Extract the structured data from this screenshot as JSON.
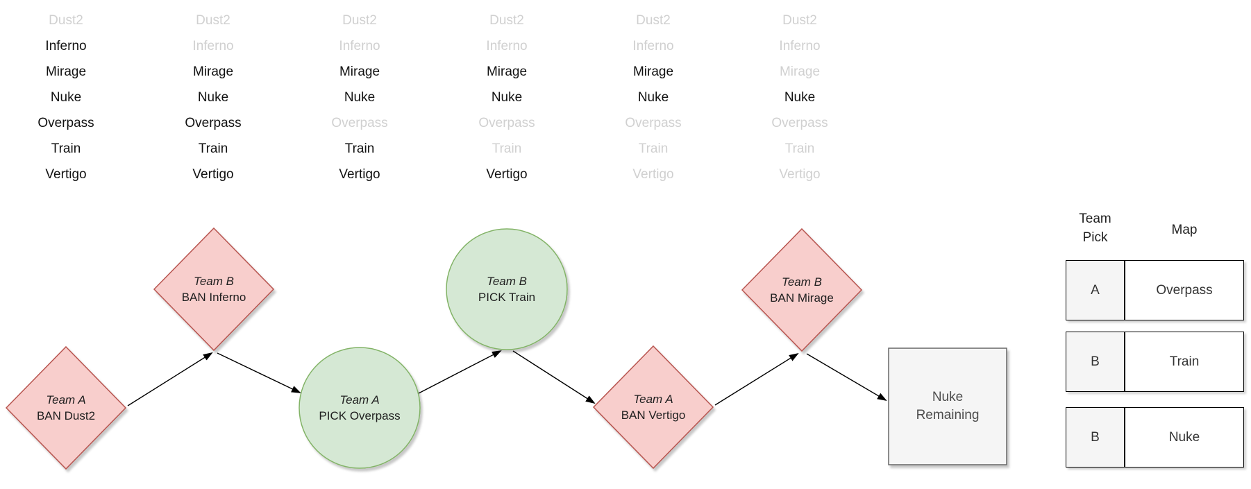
{
  "colors": {
    "ban_fill": "#f8cecc",
    "ban_stroke": "#b85450",
    "pick_fill": "#d5e8d4",
    "pick_stroke": "#82b366",
    "result_fill": "#f5f5f5",
    "result_stroke": "#666666",
    "arrow": "#000000",
    "map_active": "#111111",
    "map_eliminated": "#d0d0d0"
  },
  "map_pool": {
    "maps": [
      "Dust2",
      "Inferno",
      "Mirage",
      "Nuke",
      "Overpass",
      "Train",
      "Vertigo"
    ],
    "columns": [
      {
        "eliminated": [
          "Dust2"
        ]
      },
      {
        "eliminated": [
          "Dust2",
          "Inferno"
        ]
      },
      {
        "eliminated": [
          "Dust2",
          "Inferno",
          "Overpass"
        ]
      },
      {
        "eliminated": [
          "Dust2",
          "Inferno",
          "Overpass",
          "Train"
        ]
      },
      {
        "eliminated": [
          "Dust2",
          "Inferno",
          "Overpass",
          "Train",
          "Vertigo"
        ]
      },
      {
        "eliminated": [
          "Dust2",
          "Inferno",
          "Mirage",
          "Overpass",
          "Train",
          "Vertigo"
        ]
      }
    ]
  },
  "veto_steps": [
    {
      "shape": "diamond",
      "kind": "ban",
      "team": "Team A",
      "action": "BAN Dust2"
    },
    {
      "shape": "diamond",
      "kind": "ban",
      "team": "Team B",
      "action": "BAN Inferno"
    },
    {
      "shape": "circle",
      "kind": "pick",
      "team": "Team A",
      "action": "PICK Overpass"
    },
    {
      "shape": "circle",
      "kind": "pick",
      "team": "Team B",
      "action": "PICK Train"
    },
    {
      "shape": "diamond",
      "kind": "ban",
      "team": "Team A",
      "action": "BAN Vertigo"
    },
    {
      "shape": "diamond",
      "kind": "ban",
      "team": "Team B",
      "action": "BAN Mirage"
    },
    {
      "shape": "rect",
      "kind": "result",
      "lines": [
        "Nuke",
        "Remaining"
      ]
    }
  ],
  "summary_table": {
    "header_team_pick_line1": "Team",
    "header_team_pick_line2": "Pick",
    "header_map": "Map",
    "rows": [
      {
        "team": "A",
        "map": "Overpass"
      },
      {
        "team": "B",
        "map": "Train"
      },
      {
        "team": "B",
        "map": "Nuke"
      }
    ]
  }
}
